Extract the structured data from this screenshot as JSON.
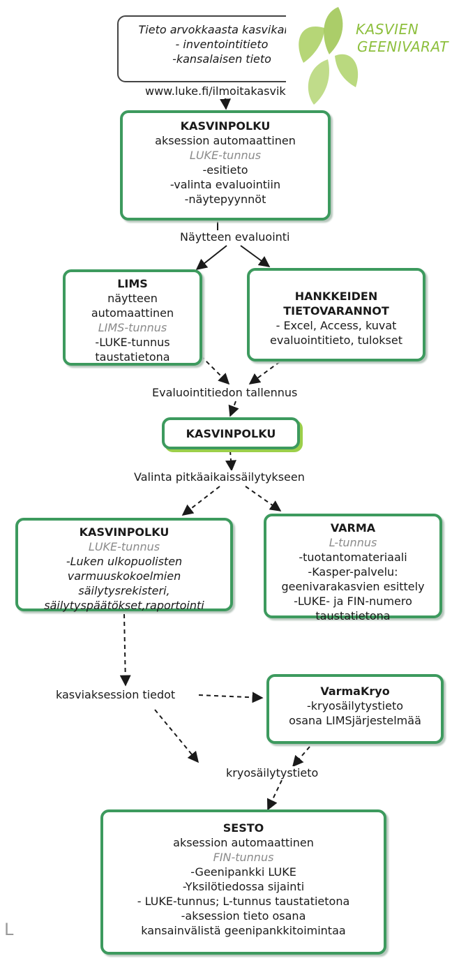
{
  "top_box": {
    "title": "Tieto arvokkaasta kasvikanna",
    "lines": [
      "- inventointitieto",
      "-kansalaisen tieto"
    ]
  },
  "label_url": "www.luke.fi/ilmoitakasvikanna",
  "logo": {
    "line1": "KASVIEN",
    "line2": "GEENIVARAT"
  },
  "kasvinpolku1": {
    "title": "KASVINPOLKU",
    "line1": "aksession automaattinen",
    "id": "LUKE-tunnus",
    "items": [
      "-esitieto",
      "-valinta evaluointiin",
      "-näytepyynnöt"
    ]
  },
  "label_naytteen": "Näytteen evaluointi",
  "lims": {
    "title": "LIMS",
    "lines": [
      "näytteen",
      "automaattinen"
    ],
    "id": "LIMS-tunnus",
    "items": [
      "-LUKE-tunnus",
      "taustatietona"
    ]
  },
  "hankkeiden": {
    "title1": "HANKKEIDEN",
    "title2": "TIETOVARANNOT",
    "lines": [
      "- Excel, Access, kuvat",
      "evaluointitieto, tulokset"
    ]
  },
  "label_evaluointi": "Evaluointitiedon tallennus",
  "kasvinpolku2": {
    "title": "KASVINPOLKU"
  },
  "label_valinta": "Valinta pitkäaikaissäilytykseen",
  "kasvinpolku3": {
    "title": "KASVINPOLKU",
    "id": "LUKE-tunnus",
    "lines": [
      "-Luken ulkopuolisten",
      "varmuuskokoelmien",
      "säilytysrekisteri,",
      "säilytyspäätökset,raportointi"
    ]
  },
  "varma": {
    "title": "VARMA",
    "id": "L-tunnus",
    "lines": [
      "-tuotantomateriaali",
      "-Kasper-palvelu:",
      "geenivarakasvien esittely",
      "-LUKE- ja FIN-numero",
      "taustatietona"
    ]
  },
  "label_kasviaksession": "kasviaksession tiedot",
  "varmakryo": {
    "title": "VarmaKryo",
    "lines": [
      "-kryosäilytystieto",
      "osana LIMSjärjestelmää"
    ]
  },
  "label_kryo": "kryosäilytystieto",
  "sesto": {
    "title": "SESTO",
    "line1": "aksession automaattinen",
    "id": "FIN-tunnus",
    "lines": [
      "-Geenipankki LUKE",
      "-Yksilötiedossa sijainti",
      "- LUKE-tunnus; L-tunnus taustatietona",
      "-aksession tieto osana",
      "kansainvälistä geenipankkitoimintaa"
    ]
  },
  "corner_mark": "L",
  "colors": {
    "border": "#3d9a5e",
    "logo_leaf": "#a9cf5f",
    "logo_text": "#8dbf3d",
    "gray_id": "#8a8a8a"
  }
}
